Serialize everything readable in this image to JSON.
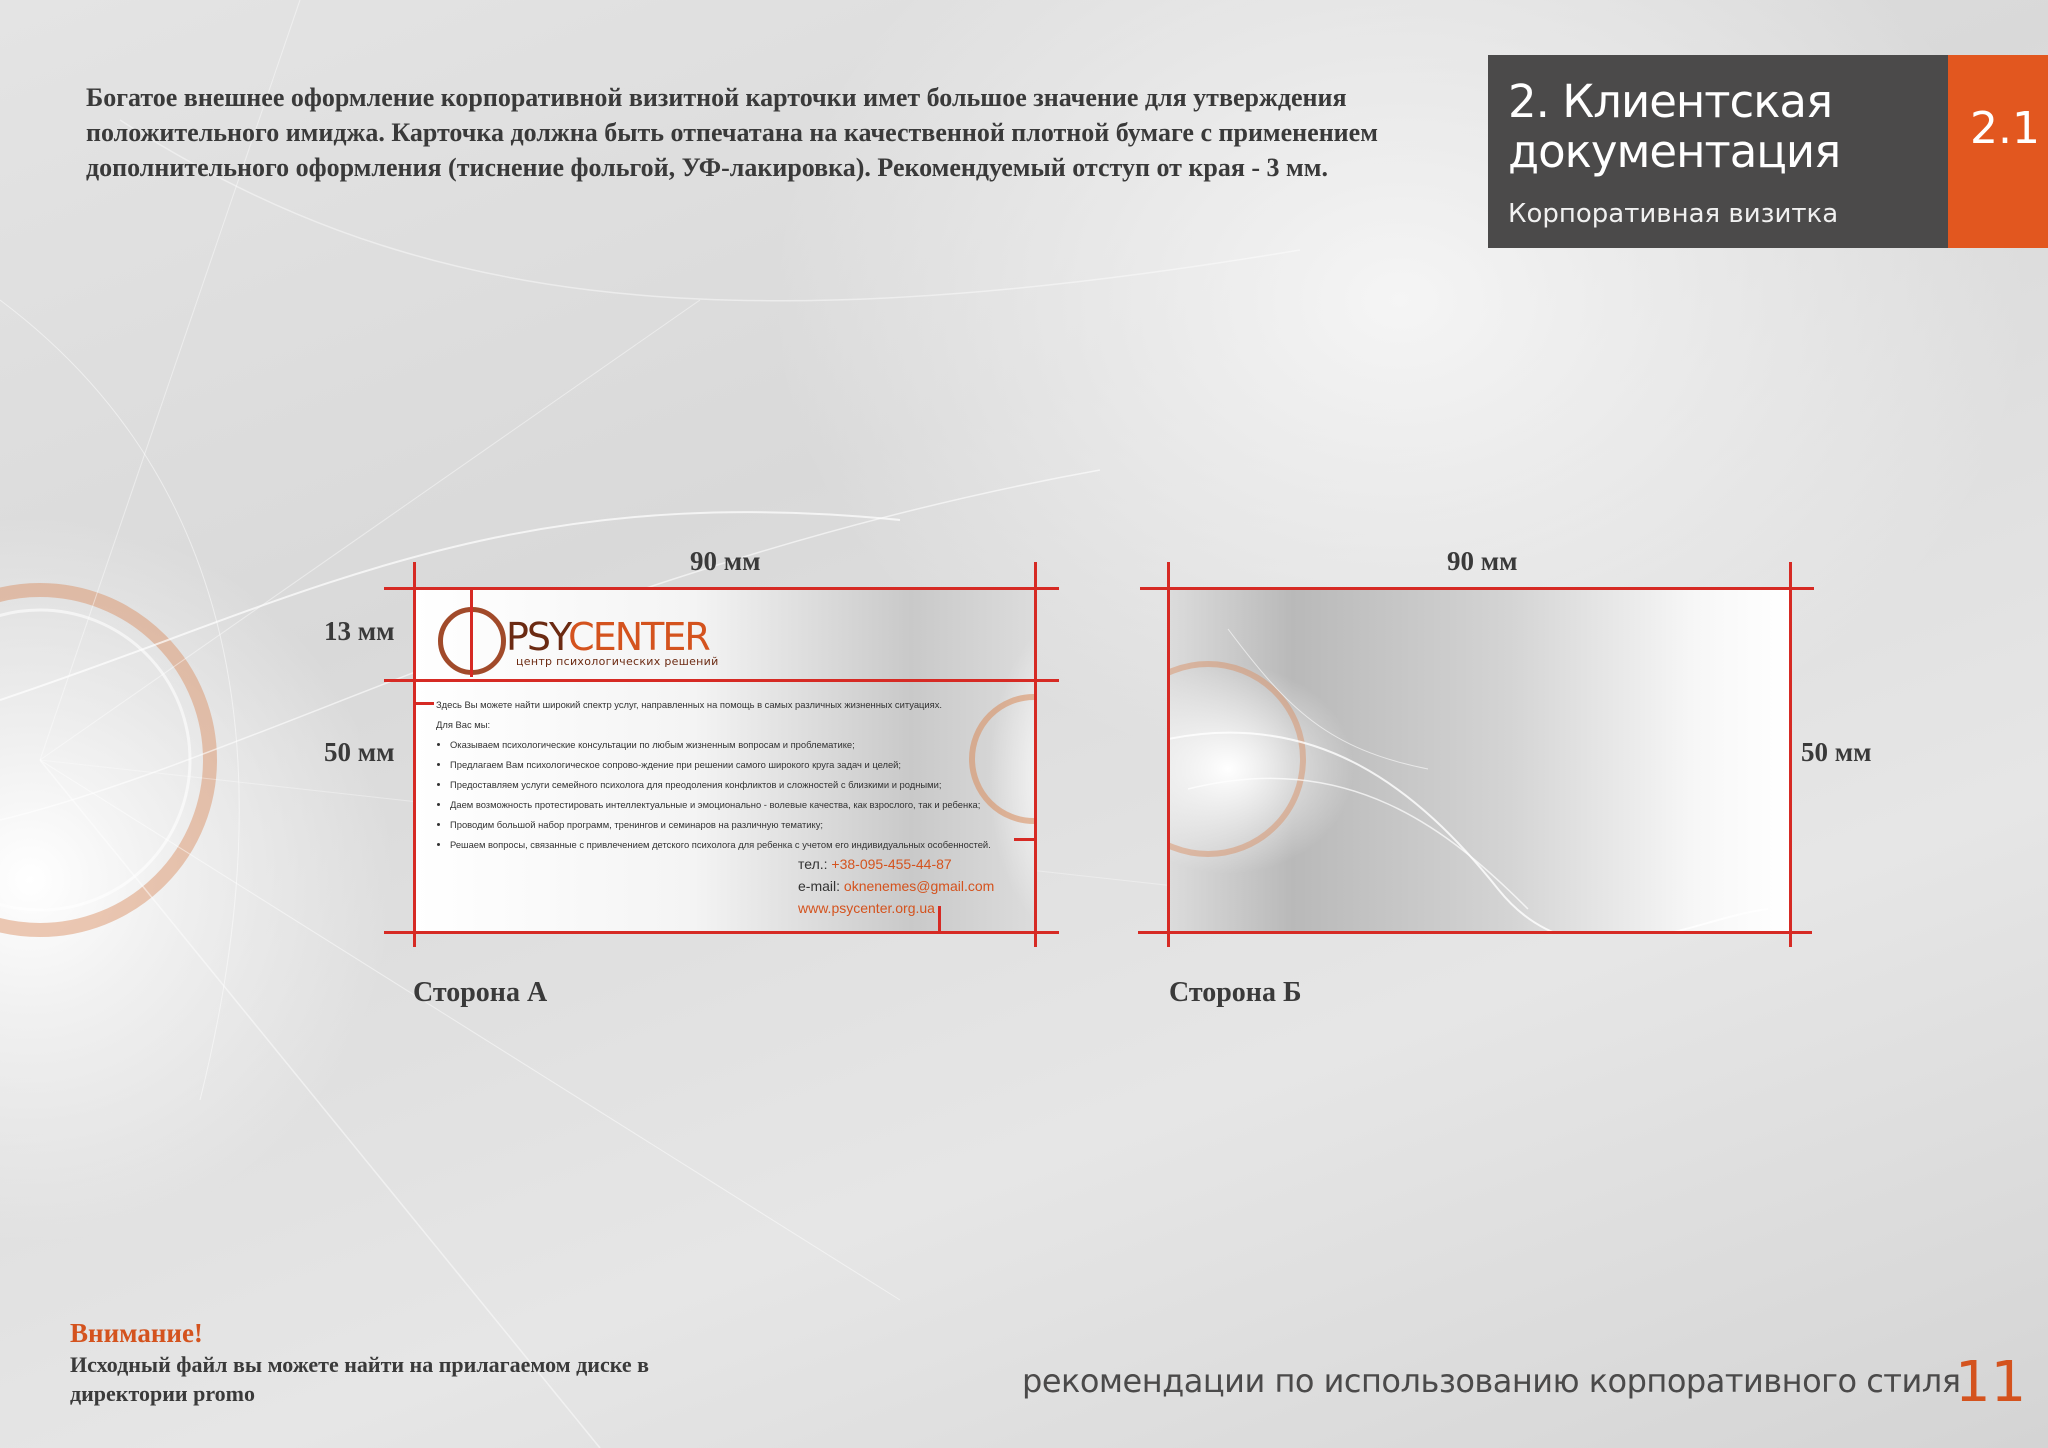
{
  "intro_text": "Богатое внешнее оформление корпоративной визитной карточки имет большое значение для утверждения положительного имиджа. Карточка должна быть отпечатана на качественной плотной бумаге  с применением дополнительного оформления (тиснение фольгой, УФ-лакировка). Рекомендуемый отступ от края - 3 мм.",
  "header": {
    "title": "2. Клиентская документация",
    "subtitle": "Корпоративная визитка",
    "section_number": "2.1"
  },
  "side_a": {
    "width_label": "90 мм",
    "header_height_label": "13 мм",
    "body_height_label": "50 мм",
    "caption": "Сторона А",
    "card": {
      "logo_psy": "PSY",
      "logo_center": "CENTER",
      "logo_tagline": "центр психологических решений",
      "intro": "Здесь Вы можете найти широкий спектр услуг, направленных на помощь в самых различных жизненных ситуациях.",
      "for_you": "Для Вас мы:",
      "services": [
        "Оказываем психологические консультации по любым жизненным вопросам и проблематике;",
        "Предлагаем Вам психологическое сопрово-ждение при решении самого широкого круга задач и целей;",
        "Предоставляем услуги семейного психолога для преодоления конфликтов и сложностей с близкими и родными;",
        "Даем возможность протестировать интеллектуальные и эмоционально - волевые качества, как взрослого, так и ребенка;",
        "Проводим большой набор программ, тренингов и семинаров на различную тематику;",
        "Решаем вопросы, связанные с привлечением детского психолога для ребенка с учетом его индивидуальных особенностей."
      ],
      "phone_label": "тел.:",
      "phone": "+38-095-455-44-87",
      "email_label": "e-mail:",
      "email": "oknenemes@gmail.com",
      "website": "www.psycenter.org.ua"
    }
  },
  "side_b": {
    "width_label": "90 мм",
    "height_label": "50 мм",
    "caption": "Сторона Б"
  },
  "attention_title": "Внимание!",
  "source_note": "Исходный файл вы можете найти на прилагаемом диске в директории promo",
  "footer_caption": "рекомендации по использованию корпоративного стиля",
  "page_number": "11",
  "colors": {
    "accent_orange": "#e2571f",
    "header_dark": "#4b4a4a",
    "guide_red": "#d62a24"
  }
}
